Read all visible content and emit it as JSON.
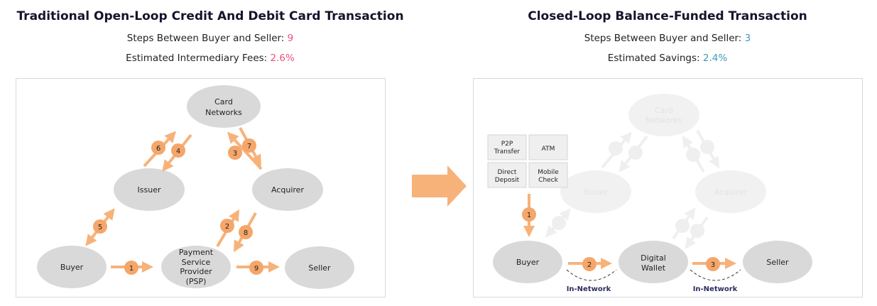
{
  "left": {
    "title": "Traditional Open-Loop Credit And Debit Card Transaction",
    "steps_label": "Steps Between Buyer and Seller: ",
    "steps_value": "9",
    "fees_label": "Estimated Intermediary Fees: ",
    "fees_value": "2.6%",
    "nodes": {
      "card_networks_1": "Card",
      "card_networks_2": "Networks",
      "issuer": "Issuer",
      "acquirer": "Acquirer",
      "buyer": "Buyer",
      "psp_1": "Payment",
      "psp_2": "Service",
      "psp_3": "Provider",
      "psp_4": "(PSP)",
      "seller": "Seller"
    },
    "steps": [
      "1",
      "2",
      "3",
      "4",
      "5",
      "6",
      "7",
      "8",
      "9"
    ]
  },
  "right": {
    "title": "Closed-Loop Balance-Funded Transaction",
    "steps_label": "Steps Between Buyer and Seller: ",
    "steps_value": "3",
    "savings_label": "Estimated Savings: ",
    "savings_value": "2.4%",
    "ghost_nodes": {
      "card_networks_1": "Card",
      "card_networks_2": "Networks",
      "issuer": "Issuer",
      "acquirer": "Acquirer"
    },
    "funding_sources": {
      "p2p_1": "P2P",
      "p2p_2": "Transfer",
      "atm": "ATM",
      "direct_1": "Direct",
      "direct_2": "Deposit",
      "mobile_1": "Mobile",
      "mobile_2": "Check"
    },
    "nodes": {
      "buyer": "Buyer",
      "wallet_1": "Digital",
      "wallet_2": "Wallet",
      "seller": "Seller"
    },
    "steps": [
      "1",
      "2",
      "3"
    ],
    "in_network": "In-Network"
  },
  "colors": {
    "arrow": "#f7b27a",
    "badge": "#f5a66a",
    "node": "#d9d9d9",
    "fees": "#e8547a",
    "savings": "#3f9bbf"
  }
}
